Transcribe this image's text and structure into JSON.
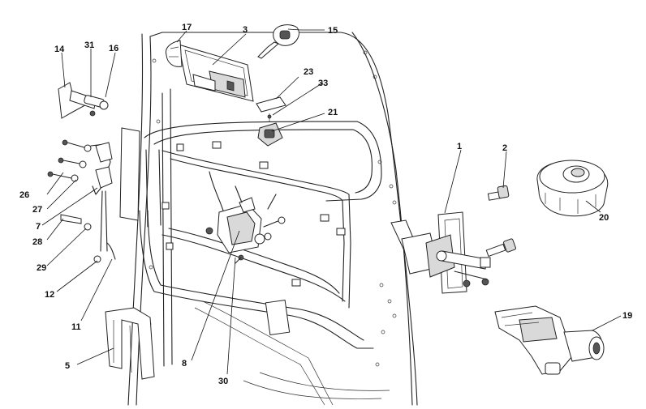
{
  "labels": [
    {
      "id": "1",
      "text": "1"
    },
    {
      "id": "2",
      "text": "2"
    },
    {
      "id": "3",
      "text": "3"
    },
    {
      "id": "5",
      "text": "5"
    },
    {
      "id": "7",
      "text": "7"
    },
    {
      "id": "8",
      "text": "8"
    },
    {
      "id": "11",
      "text": "11"
    },
    {
      "id": "12",
      "text": "12"
    },
    {
      "id": "14",
      "text": "14"
    },
    {
      "id": "15",
      "text": "15"
    },
    {
      "id": "16",
      "text": "16"
    },
    {
      "id": "17",
      "text": "17"
    },
    {
      "id": "19",
      "text": "19"
    },
    {
      "id": "20",
      "text": "20"
    },
    {
      "id": "21",
      "text": "21"
    },
    {
      "id": "23",
      "text": "23"
    },
    {
      "id": "26",
      "text": "26"
    },
    {
      "id": "27",
      "text": "27"
    },
    {
      "id": "28",
      "text": "28"
    },
    {
      "id": "29",
      "text": "29"
    },
    {
      "id": "30",
      "text": "30"
    },
    {
      "id": "31",
      "text": "31"
    },
    {
      "id": "33",
      "text": "33"
    }
  ],
  "colors": {
    "line": "#222222",
    "background": "#ffffff"
  }
}
